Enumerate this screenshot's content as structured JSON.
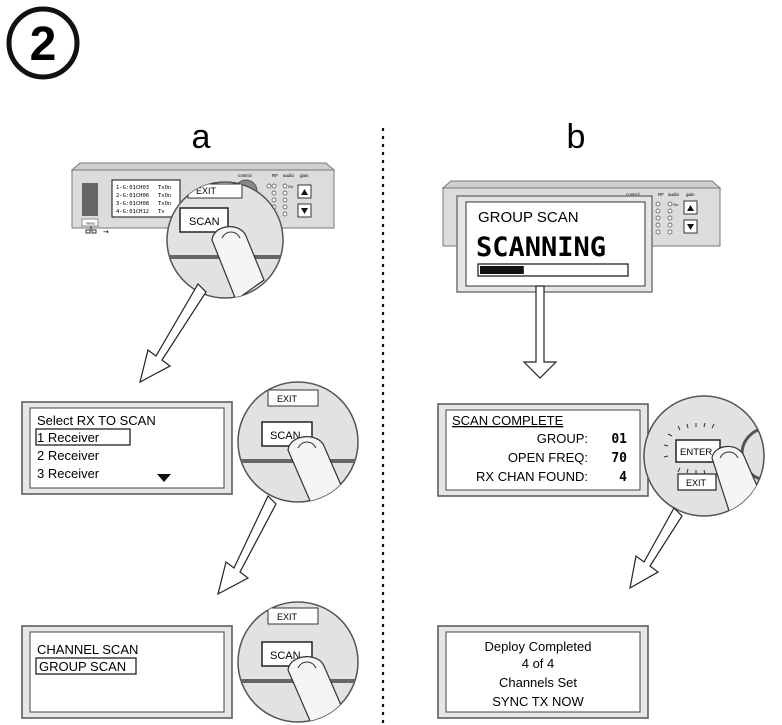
{
  "step_number": "2",
  "panels": {
    "a": {
      "label": "a"
    },
    "b": {
      "label": "b"
    }
  },
  "receiver_front": {
    "labels": {
      "control": "control",
      "rf": "RF",
      "audio": "audio",
      "gain": "gain",
      "on": "On"
    },
    "channel_rows": [
      {
        "group_chan": "1-G:01CH03",
        "status": "TxOn"
      },
      {
        "group_chan": "2-G:01CH06",
        "status": "TxOn"
      },
      {
        "group_chan": "3-G:01CH08",
        "status": "TxOn"
      },
      {
        "group_chan": "4-G:01CH12",
        "status": "Tx"
      }
    ]
  },
  "buttons": {
    "exit": "EXIT",
    "scan": "SCAN",
    "enter": "ENTER"
  },
  "screens": {
    "select_rx": {
      "title": "Select RX TO SCAN",
      "items": [
        "1 Receiver",
        "2 Receiver",
        "3 Receiver"
      ]
    },
    "scan_menu": {
      "items": [
        "CHANNEL SCAN",
        "GROUP SCAN"
      ]
    },
    "group_scan": {
      "title": "GROUP SCAN",
      "status": "SCANNING",
      "progress": 0.3
    },
    "scan_complete": {
      "title": "SCAN COMPLETE",
      "rows": [
        {
          "label": "GROUP:",
          "value": "01"
        },
        {
          "label": "OPEN FREQ:",
          "value": "70"
        },
        {
          "label": "RX CHAN FOUND:",
          "value": "4"
        }
      ]
    },
    "deploy_completed": {
      "lines": [
        "Deploy Completed",
        "4 of 4",
        "Channels Set",
        "SYNC TX NOW"
      ]
    }
  }
}
